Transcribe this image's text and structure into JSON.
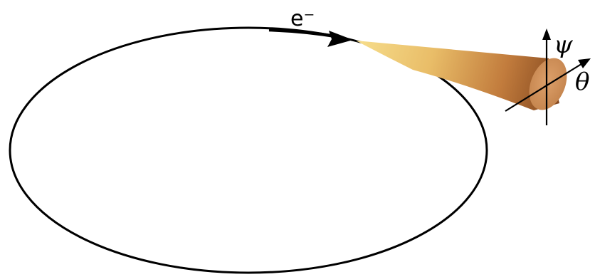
{
  "labels": {
    "electron": "e⁻",
    "psi": "ψ",
    "theta": "θ"
  },
  "colors": {
    "orbit": "#000000",
    "beam_light": "#f4d27a",
    "beam_mid": "#dca057",
    "beam_dark": "#8e4f21",
    "beam_face": "#d4955a",
    "axes": "#000000"
  }
}
